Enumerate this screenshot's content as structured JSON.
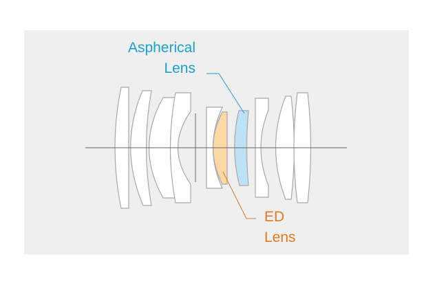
{
  "aspherical_label": {
    "line1": "Aspherical",
    "line2": "Lens",
    "color": "#1a9fd0"
  },
  "ed_label": {
    "line1": "ED",
    "line2": "Lens",
    "color": "#e07a22"
  },
  "colors": {
    "aspherical_fill": "#bfe1f6",
    "ed_fill": "#fad9a6",
    "background": "#efefef"
  }
}
